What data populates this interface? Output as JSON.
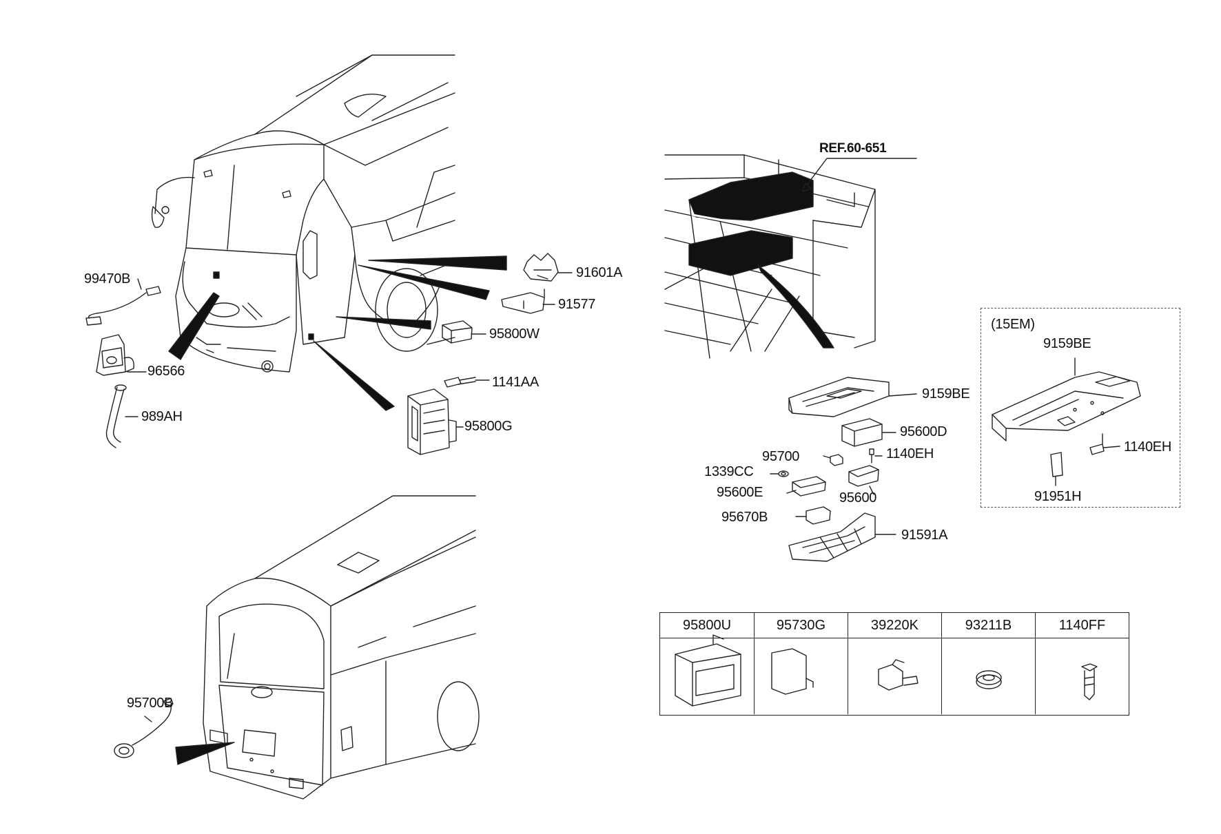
{
  "reference": {
    "text": "REF.60-651"
  },
  "inset": {
    "title": "(15EM)",
    "labels": [
      "9159BE",
      "1140EH",
      "91951H"
    ]
  },
  "front_parts": [
    "99470B",
    "96566",
    "989AH",
    "91601A",
    "91577",
    "95800W",
    "1141AA",
    "95800G"
  ],
  "rear_parts": [
    "95700B"
  ],
  "center_parts": [
    "9159BE",
    "95600D",
    "95700",
    "1140EH",
    "1339CC",
    "95600E",
    "95600",
    "95670B",
    "91591A"
  ],
  "table": {
    "headers": [
      "95800U",
      "95730G",
      "39220K",
      "93211B",
      "1140FF"
    ]
  }
}
